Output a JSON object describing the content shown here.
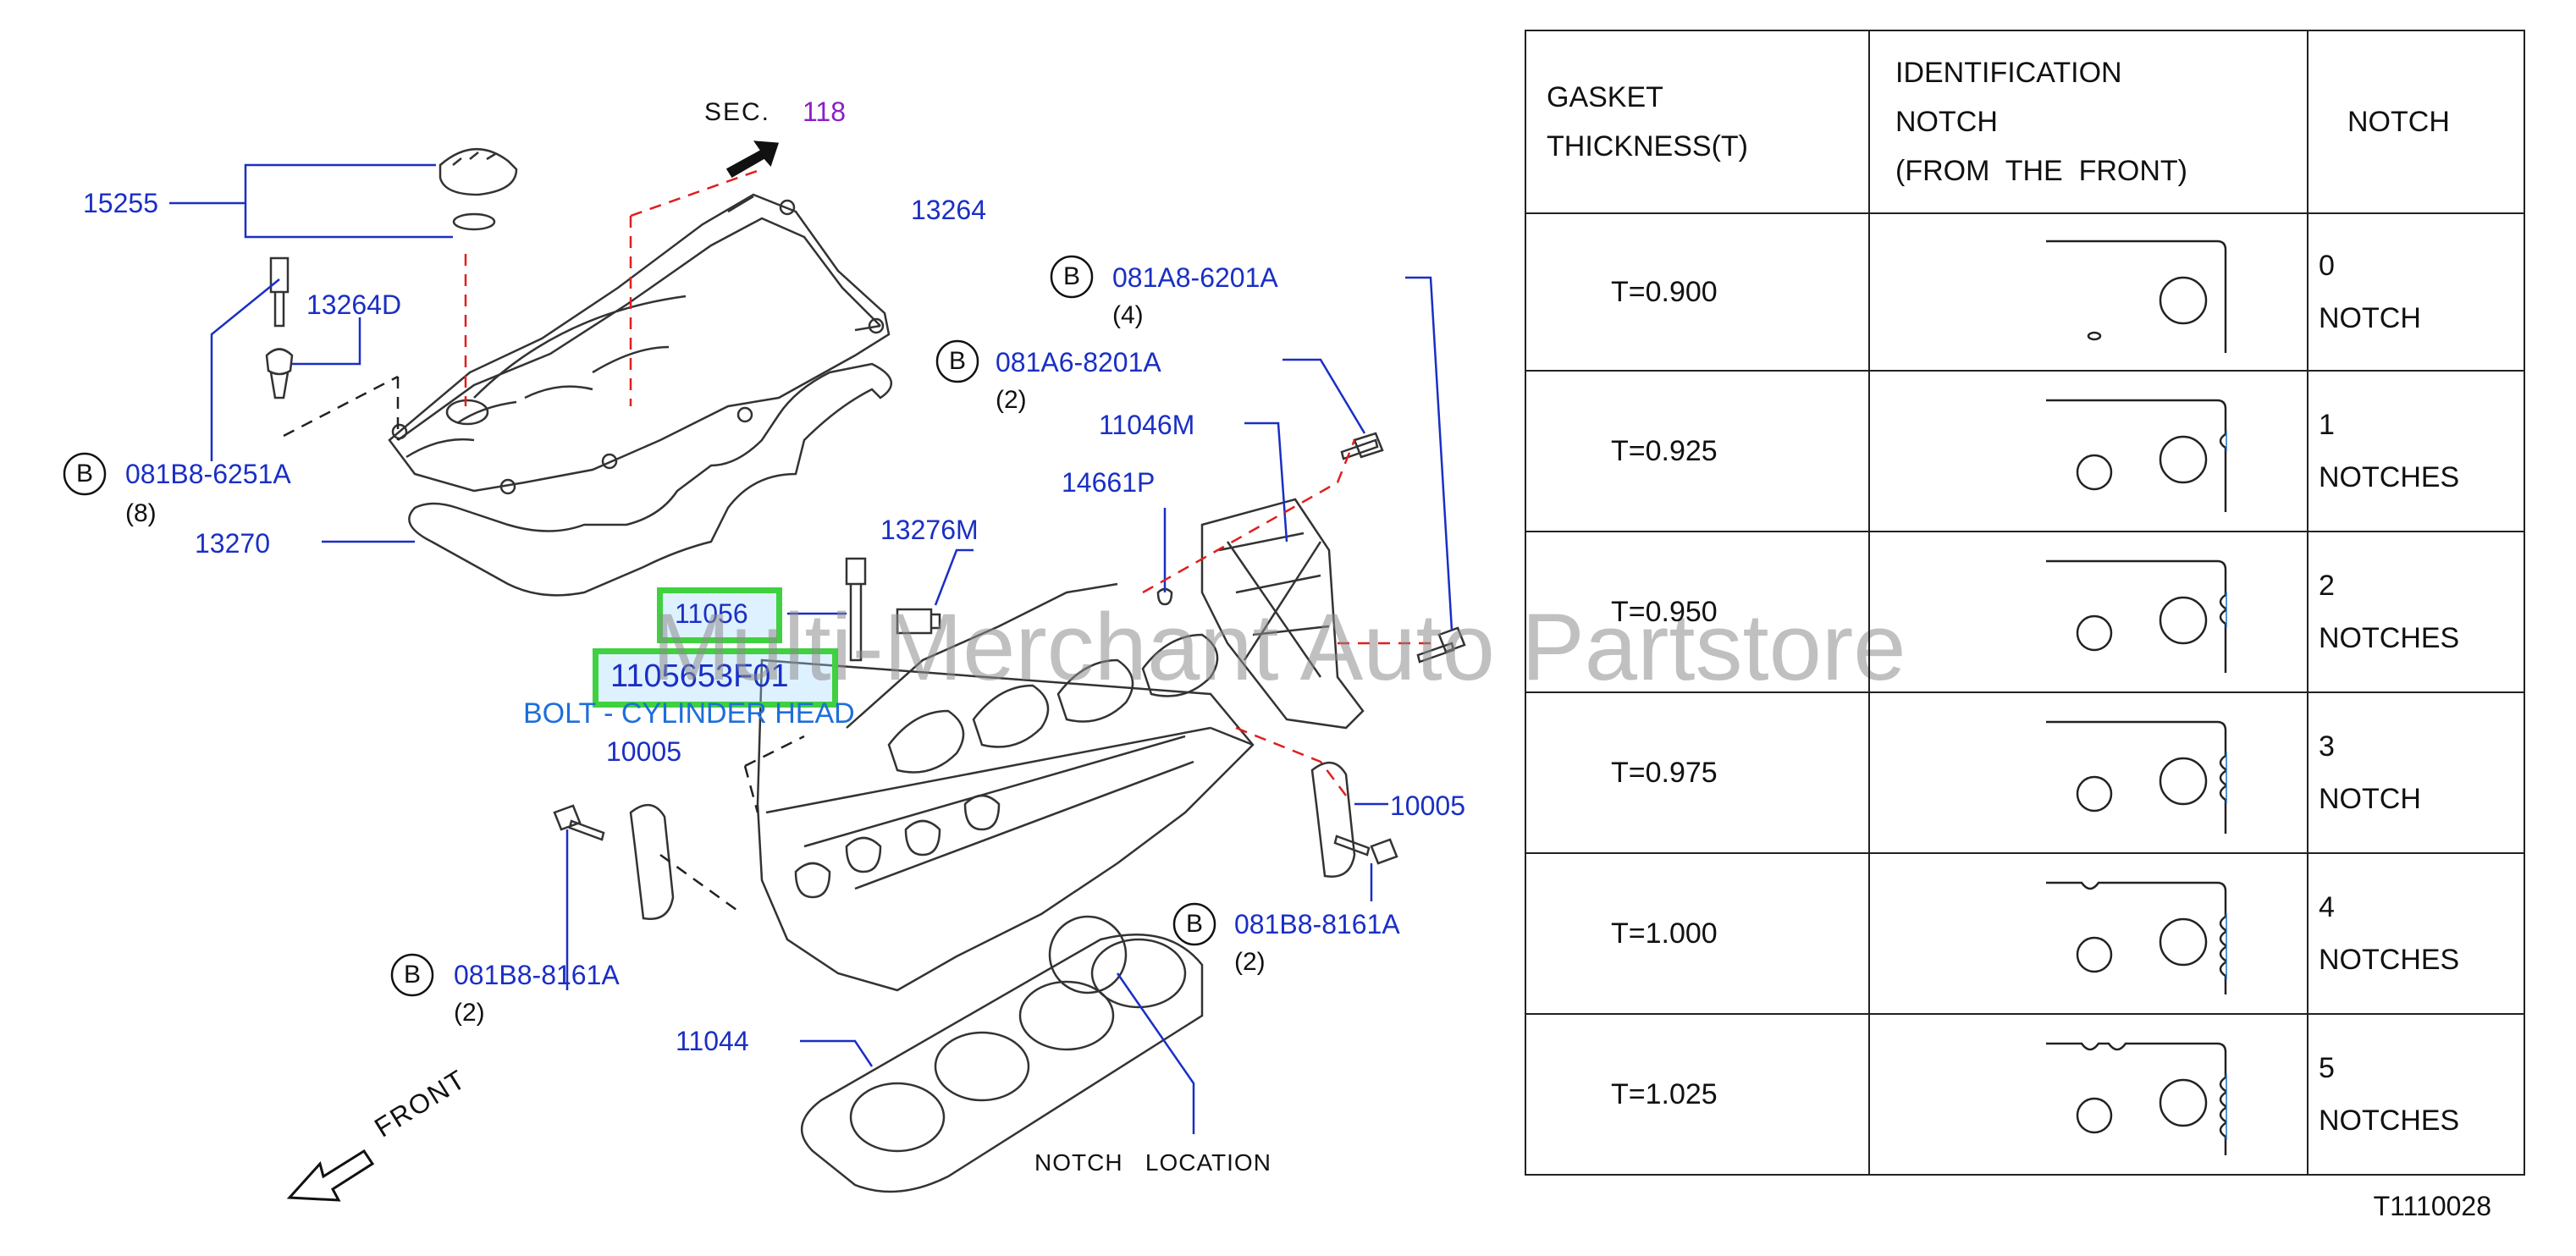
{
  "diagram": {
    "sec_label": "SEC.",
    "sec_number": "118",
    "parts": [
      {
        "id": "15255",
        "text": "15255"
      },
      {
        "id": "13264",
        "text": "13264"
      },
      {
        "id": "13264D",
        "text": "13264D"
      },
      {
        "id": "081B8-6251A",
        "text": "081B8-6251A",
        "qty": "(8)"
      },
      {
        "id": "13270",
        "text": "13270"
      },
      {
        "id": "081A8-6201A",
        "text": "081A8-6201A",
        "qty": "(4)"
      },
      {
        "id": "081A6-8201A",
        "text": "081A6-8201A",
        "qty": "(2)"
      },
      {
        "id": "11046M",
        "text": "11046M"
      },
      {
        "id": "14661P",
        "text": "14661P"
      },
      {
        "id": "13276M",
        "text": "13276M"
      },
      {
        "id": "10005-left",
        "text": "10005"
      },
      {
        "id": "10005-right",
        "text": "10005"
      },
      {
        "id": "081B8-8161A-right",
        "text": "081B8-8161A",
        "qty": "(2)"
      },
      {
        "id": "081B8-8161A-left",
        "text": "081B8-8161A",
        "qty": "(2)"
      },
      {
        "id": "11044",
        "text": "11044"
      }
    ],
    "highlighted_part": "11056",
    "highlighted_part_number": "1105653F01",
    "highlighted_part_desc": "BOLT - CYLINDER HEAD",
    "notch_location_label": "NOTCH   LOCATION",
    "front_label": "FRONT",
    "b_marker": "B",
    "watermark": "Multi-Merchant Auto Partstore",
    "reference_code": "T1110028"
  },
  "table": {
    "headers": [
      [
        "GASKET",
        "THICKNESS(T)"
      ],
      [
        "IDENTIFICATION",
        "NOTCH",
        "(FROM  THE  FRONT)"
      ],
      [
        "NOTCH"
      ]
    ],
    "rows": [
      {
        "thickness": "T=0.900",
        "notch_count": 0,
        "notch_text": [
          "0",
          "NOTCH"
        ]
      },
      {
        "thickness": "T=0.925",
        "notch_count": 1,
        "notch_text": [
          "1",
          "NOTCHES"
        ]
      },
      {
        "thickness": "T=0.950",
        "notch_count": 2,
        "notch_text": [
          "2",
          "NOTCHES"
        ]
      },
      {
        "thickness": "T=0.975",
        "notch_count": 3,
        "notch_text": [
          "3",
          "NOTCH"
        ]
      },
      {
        "thickness": "T=1.000",
        "notch_count": 4,
        "notch_text": [
          "4",
          "NOTCHES"
        ]
      },
      {
        "thickness": "T=1.025",
        "notch_count": 5,
        "notch_text": [
          "5",
          "NOTCHES"
        ]
      }
    ]
  },
  "colors": {
    "part_number": "#1a2fc4",
    "section_ref": "#8a1fc4",
    "highlight_border": "#3fd13f",
    "description": "#1e6fd9",
    "leader_dashed": "#e01e1e"
  }
}
